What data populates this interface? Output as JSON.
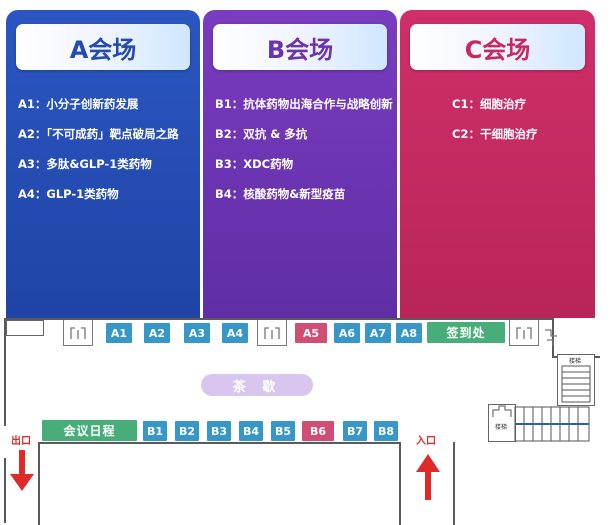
{
  "venues": [
    {
      "title": "A会场",
      "topics": [
        "A1：小分子创新药发展",
        "A2：「不可成药」靶点破局之路",
        "A3：多肽&GLP-1类药物",
        "A4：GLP-1类药物"
      ]
    },
    {
      "title": "B会场",
      "topics": [
        "B1：抗体药物出海合作与战略创新",
        "B2：双抗 & 多抗",
        "B3：XDC药物",
        "B4：核酸药物&新型疫苗"
      ]
    },
    {
      "title": "C会场",
      "topics": [
        "C1：细胞治疗",
        "C2：干细胞治疗"
      ]
    }
  ],
  "floor": {
    "top_booths": [
      "A1",
      "A2",
      "A3",
      "A4",
      "A5",
      "A6",
      "A7",
      "A8"
    ],
    "checkin": "签到处",
    "tea_break": "茶 歇",
    "agenda": "会议日程",
    "bottom_booths": [
      "B1",
      "B2",
      "B3",
      "B4",
      "B5",
      "B6",
      "B7",
      "B8"
    ],
    "exit": "出口",
    "entrance": "入口",
    "stairs_label": "楼梯",
    "elevator_label": "楼梯"
  },
  "colors": {
    "venue_a": "#2b56c2",
    "venue_b": "#7a3cc0",
    "venue_c": "#cf2f6a",
    "booth_blue": "#3797c9",
    "booth_pink": "#d14d73",
    "booth_green": "#47ae79",
    "arrow_red": "#e02a2a",
    "tea_purple": "#d9c6ee"
  }
}
